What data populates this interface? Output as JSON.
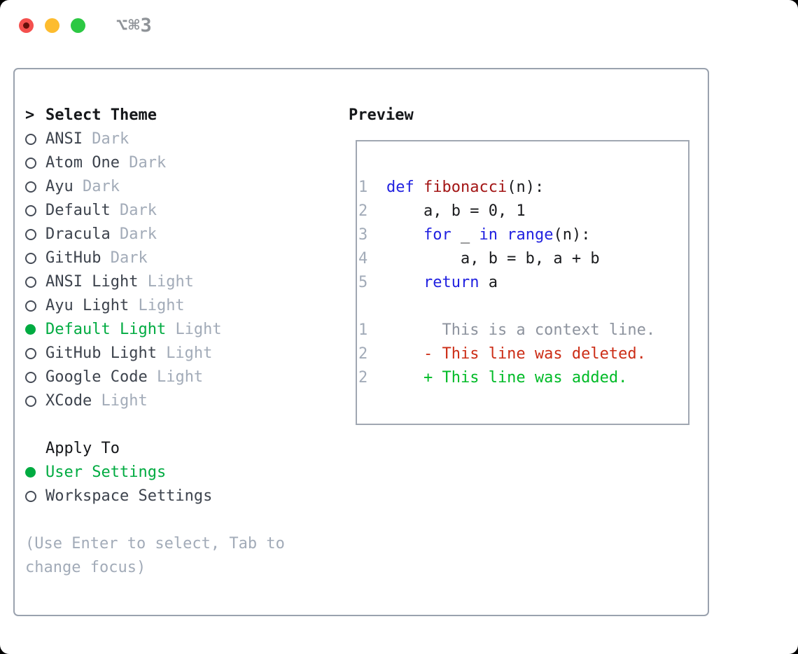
{
  "window": {
    "title_shortcut": "⌥⌘3"
  },
  "traffic_lights": {
    "close_color": "#f4504e",
    "close_dot_color": "#64100a",
    "minimize_color": "#fdbc2f",
    "zoom_color": "#2cc843"
  },
  "colors": {
    "accent_green": "#00ab41",
    "panel_border": "#9aa2ae",
    "muted_gray": "#a2abb8",
    "item_text": "#3d434d",
    "keyword_blue": "#2121e0",
    "function_red": "#a31515",
    "diff_context_gray": "#8d939e",
    "diff_deleted_red": "#cc2d16",
    "diff_added_green": "#00bb27"
  },
  "theme_panel": {
    "header": {
      "prompt": ">",
      "label": "Select Theme"
    },
    "items": [
      {
        "name": "ANSI",
        "variant": "Dark",
        "selected": false
      },
      {
        "name": "Atom One",
        "variant": "Dark",
        "selected": false
      },
      {
        "name": "Ayu",
        "variant": "Dark",
        "selected": false
      },
      {
        "name": "Default",
        "variant": "Dark",
        "selected": false
      },
      {
        "name": "Dracula",
        "variant": "Dark",
        "selected": false
      },
      {
        "name": "GitHub",
        "variant": "Dark",
        "selected": false
      },
      {
        "name": "ANSI Light",
        "variant": "Light",
        "selected": false
      },
      {
        "name": "Ayu Light",
        "variant": "Light",
        "selected": false
      },
      {
        "name": "Default Light",
        "variant": "Light",
        "selected": true
      },
      {
        "name": "GitHub Light",
        "variant": "Light",
        "selected": false
      },
      {
        "name": "Google Code",
        "variant": "Light",
        "selected": false
      },
      {
        "name": "XCode",
        "variant": "Light",
        "selected": false
      }
    ],
    "apply_to": {
      "label": "Apply To",
      "options": [
        {
          "name": "User Settings",
          "selected": true
        },
        {
          "name": "Workspace Settings",
          "selected": false
        }
      ]
    },
    "hint": "(Use Enter to select, Tab to change focus)"
  },
  "preview": {
    "label": "Preview",
    "code_lines": [
      {
        "num": "1",
        "tokens": [
          {
            "t": "def",
            "c": "kw"
          },
          {
            "t": " "
          },
          {
            "t": "fibonacci",
            "c": "fn"
          },
          {
            "t": "(n):"
          }
        ]
      },
      {
        "num": "2",
        "tokens": [
          {
            "t": "    a, b = 0, 1"
          }
        ]
      },
      {
        "num": "3",
        "tokens": [
          {
            "t": "    "
          },
          {
            "t": "for",
            "c": "kw"
          },
          {
            "t": " _ "
          },
          {
            "t": "in",
            "c": "kw"
          },
          {
            "t": " "
          },
          {
            "t": "range",
            "c": "kw"
          },
          {
            "t": "(n):"
          }
        ]
      },
      {
        "num": "4",
        "tokens": [
          {
            "t": "        a, b = b, a + b"
          }
        ]
      },
      {
        "num": "5",
        "tokens": [
          {
            "t": "    "
          },
          {
            "t": "return",
            "c": "kw"
          },
          {
            "t": " a"
          }
        ]
      }
    ],
    "diff_lines": [
      {
        "num": "1",
        "kind": "ctx",
        "text": "      This is a context line."
      },
      {
        "num": "2",
        "kind": "del",
        "text": "    - This line was deleted."
      },
      {
        "num": "2",
        "kind": "add",
        "text": "    + This line was added."
      }
    ]
  }
}
